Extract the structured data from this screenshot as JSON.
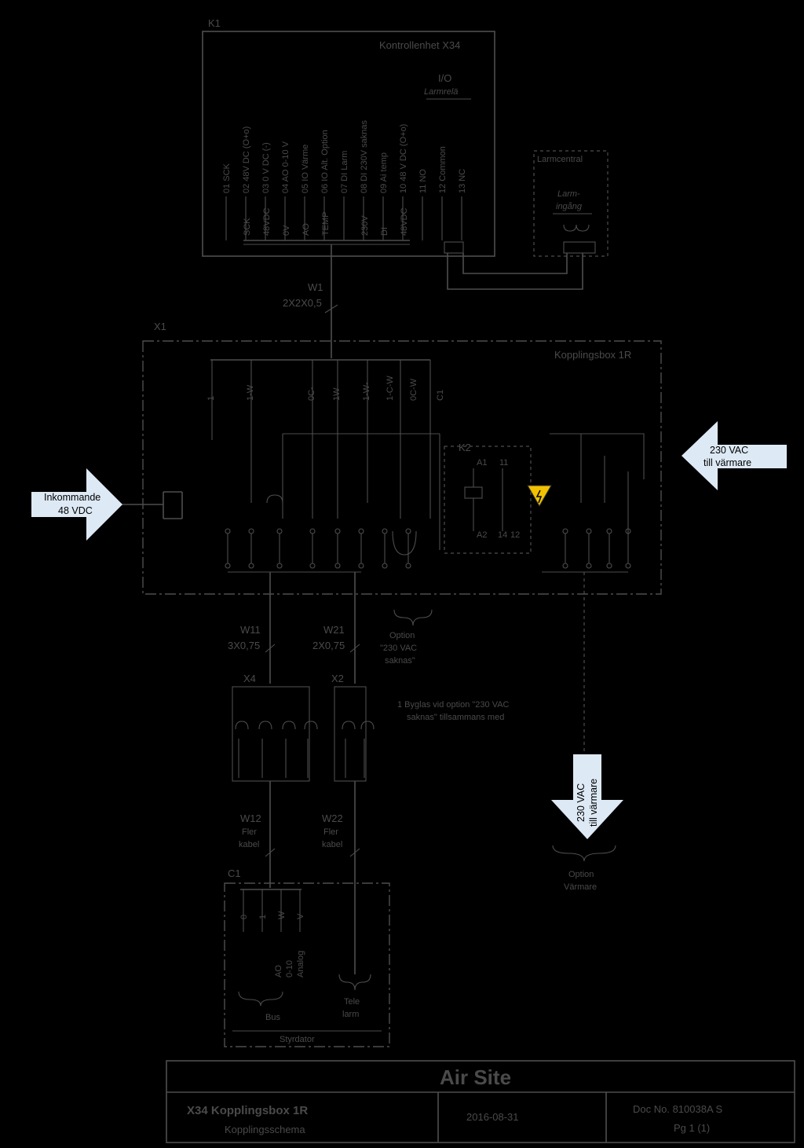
{
  "labels": {
    "k1": "K1",
    "controlunit": "Kontrollenhet X34",
    "io": "I/O",
    "larmrelay": "Larmrelä",
    "ext_unit": "Larmcentral",
    "larmingang": "Larm-\ningång",
    "cable_w1": "W1",
    "cable_w1_spec": "2X2X0,5",
    "x1": "X1",
    "box": "Kopplingsbox 1R",
    "k2": "K2",
    "k2_a1": "A1",
    "k2_11": "11",
    "k2_a2": "A2",
    "k2_14": "14",
    "k2_12": "12",
    "cable_w11": "W11",
    "cable_w11_spec": "3X0,75",
    "cable_w21": "W21",
    "cable_w21_spec": "2X0,75",
    "option_230": "Option\n\"230 VAC\nsaknas\"",
    "x4": "X4",
    "x2": "X2",
    "note": "Byglas vid option \"230 VAC\nsaknas\" tillsammans med",
    "cable_w12": "W12",
    "cable_w12_spec": "Fler\nkabel",
    "cable_w22": "W22",
    "cable_w22_spec": "Fler\nkabel",
    "c1": "C1",
    "bus": "Bus",
    "cable_tele": "Tele\nlarm",
    "ctrl_box": "Styrdator",
    "option_heater": "Option\nVärmare",
    "title": "Air Site",
    "doc_title": "X34 Kopplingsbox 1R",
    "doc_sub": "Kopplingsschema",
    "date": "2016-08-31",
    "docno": "Doc No. 810038A S",
    "page": "Pg 1 (1)"
  },
  "terminals": [
    "01 SCK",
    "02 48V DC (O+o)",
    "03 0 V DC (-)",
    "04 AO 0-10 V",
    "05 IO Värme",
    "06 IO Alt. Option",
    "07 DI Larm",
    "08 DI 230V saknas",
    "09 Ai temp",
    "10 48 V DC (O+o)",
    "11 NO",
    "12 Common",
    "13 NC"
  ],
  "terminal_codes": [
    "SCK",
    "48VDC",
    "0V",
    "AO",
    "TEMP",
    "230V",
    "DI",
    "48VDC"
  ],
  "arrows": {
    "in48": "Inkommande\n48 VDC",
    "out230": "230 VAC\ntill värmare",
    "down230": "230 VAC\ntill värmare"
  },
  "box_wires": [
    "1",
    "1-W",
    "0C-",
    "1W",
    "1-W-",
    "1-C-W",
    "0C-W",
    "C1"
  ],
  "c1_terms": [
    "0",
    "1",
    "W",
    "V"
  ],
  "c1_labels": [
    "AO",
    "0-10",
    "Analog"
  ],
  "colors": {
    "line": "#4d4d4d",
    "arrow": "#dde9f5",
    "background": "#000000"
  }
}
